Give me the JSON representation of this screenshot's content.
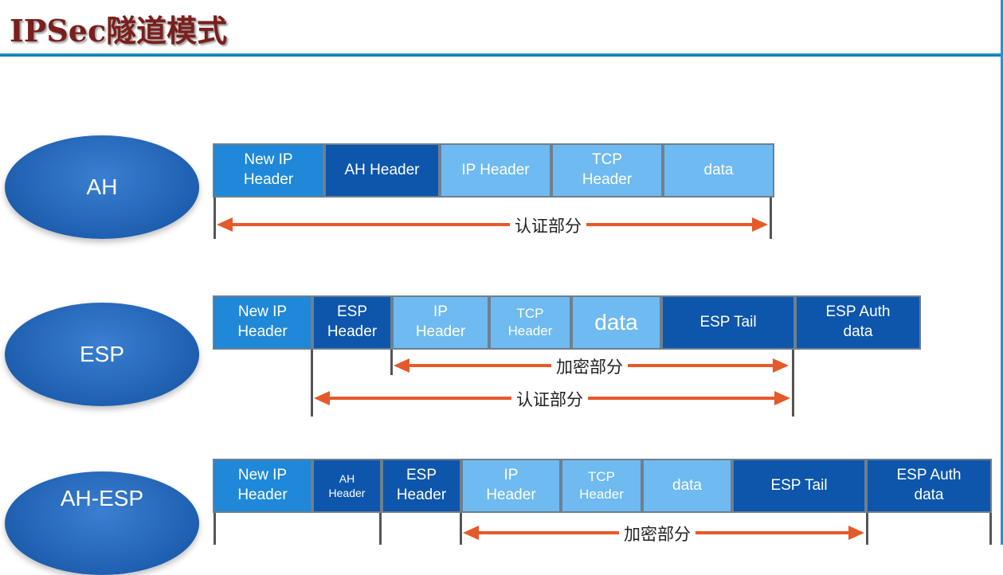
{
  "title": "IPSec隧道模式",
  "modes": [
    {
      "name": "AH",
      "cells": [
        "New IP\nHeader",
        "AH Header",
        "IP Header",
        "TCP\nHeader",
        "data"
      ],
      "ranges": [
        "认证部分"
      ]
    },
    {
      "name": "ESP",
      "cells": [
        "New IP\nHeader",
        "ESP\nHeader",
        "IP\nHeader",
        "TCP\nHeader",
        "data",
        "ESP Tail",
        "ESP Auth\ndata"
      ],
      "ranges": [
        "加密部分",
        "认证部分"
      ]
    },
    {
      "name": "AH-ESP",
      "cells": [
        "New IP\nHeader",
        "AH\nHeader",
        "ESP\nHeader",
        "IP\nHeader",
        "TCP\nHeader",
        "data",
        "ESP Tail",
        "ESP Auth\ndata"
      ],
      "ranges": [
        "加密部分"
      ]
    }
  ],
  "colors": {
    "title": "#7a1f1b",
    "ellipse": "#1f5fb0",
    "header_blue": "#1f88d8",
    "dark_blue": "#0d56ac",
    "light_blue": "#6fbaf0",
    "arrow": "#e55a2a"
  }
}
